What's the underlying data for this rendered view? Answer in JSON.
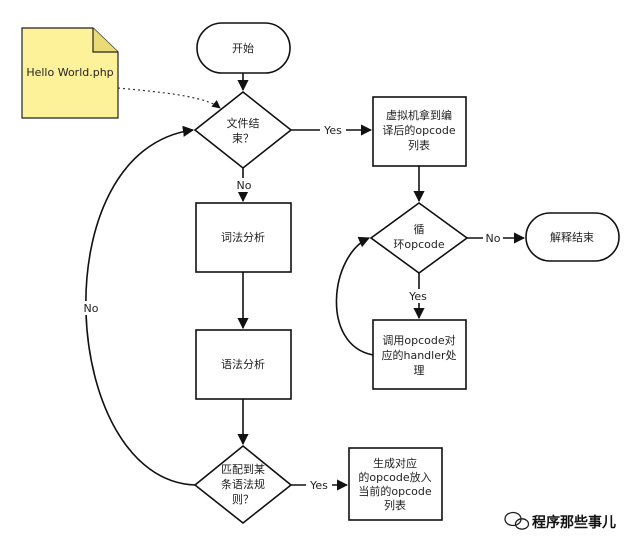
{
  "diagram": {
    "note": "Hello World.php",
    "start": "开始",
    "eof_check": [
      "文件结",
      "束？"
    ],
    "lexical": "词法分析",
    "syntax": "语法分析",
    "match_rule": [
      "匹配到某",
      "条语法规",
      "则？"
    ],
    "vm_fetch": [
      "虚拟机拿到编",
      "译后的opcode",
      "列表"
    ],
    "loop": [
      "循",
      "环opcode"
    ],
    "end": "解释结束",
    "call_handler": [
      "调用opcode对",
      "应的handler处",
      "理"
    ],
    "gen_opcode": [
      "生成对应",
      "的opcode放入",
      "当前的opcode",
      "列表"
    ],
    "edges": {
      "yes": "Yes",
      "no": "No"
    }
  },
  "watermark": "程序那些事儿"
}
